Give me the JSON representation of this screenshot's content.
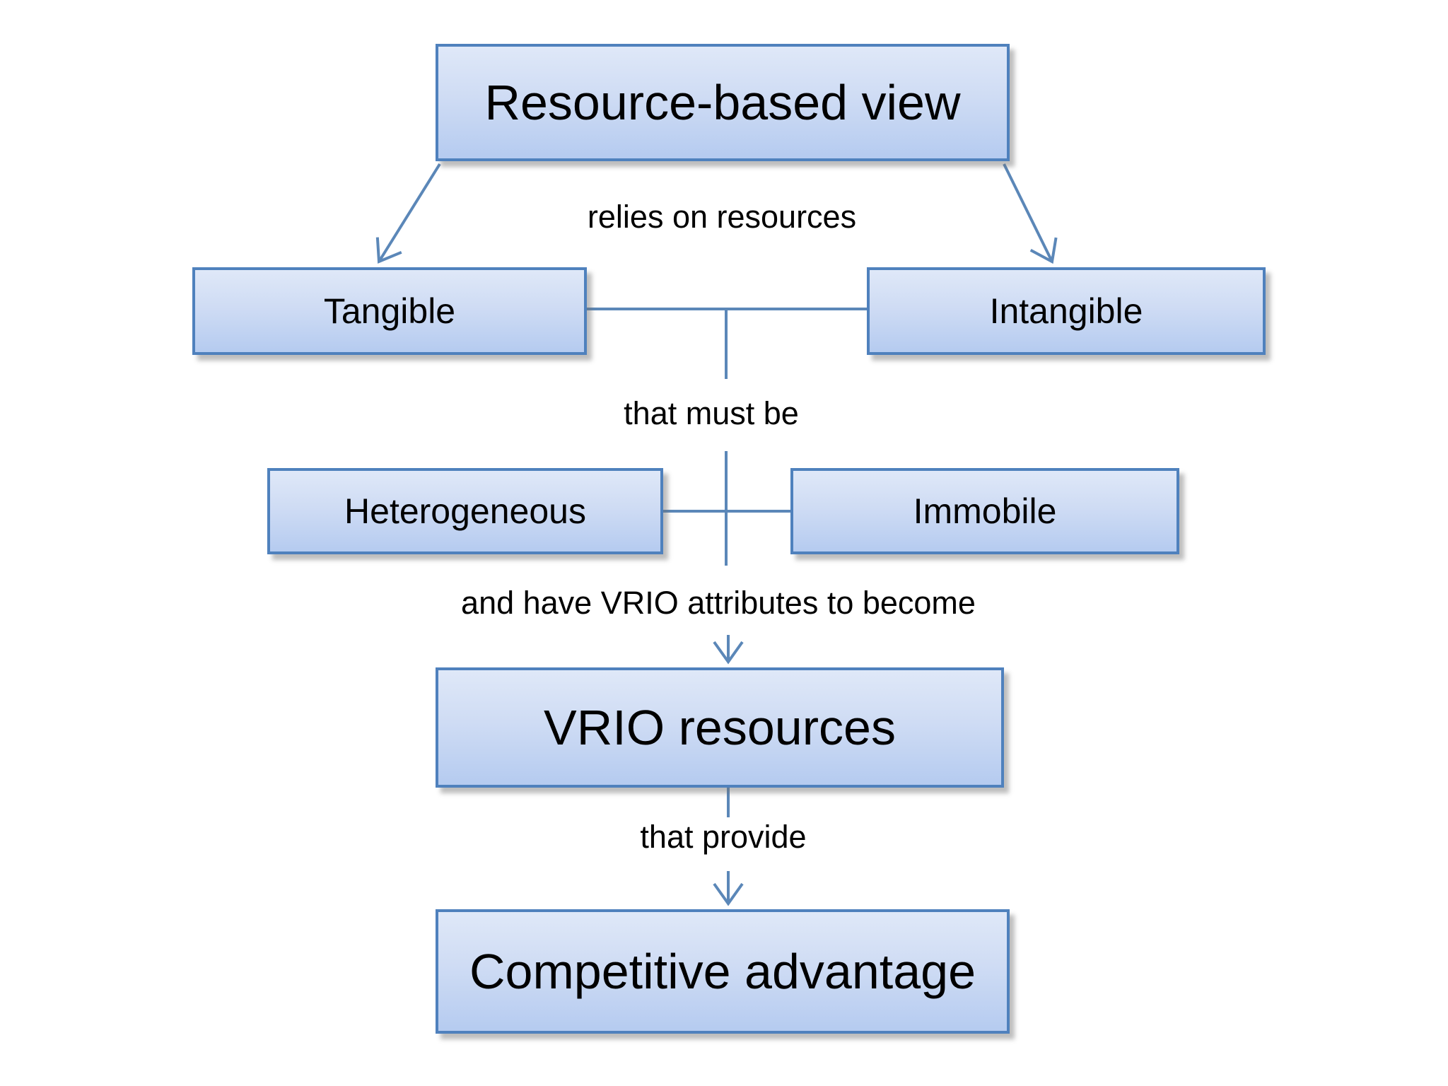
{
  "diagram": {
    "nodes": {
      "resource_based_view": "Resource-based view",
      "tangible": "Tangible",
      "intangible": "Intangible",
      "heterogeneous": "Heterogeneous",
      "immobile": "Immobile",
      "vrio_resources": "VRIO resources",
      "competitive_advantage": "Competitive advantage"
    },
    "edge_labels": {
      "relies": "relies on resources",
      "must_be": "that must be",
      "vrio_attributes": "and have VRIO attributes to become",
      "provide": "that provide"
    },
    "colors": {
      "node_border": "#4f81bd",
      "connector": "#5b87b8",
      "node_fill_top": "#dfe8f8",
      "node_fill_mid": "#cfdcf4",
      "node_fill_bottom": "#b5cbf0",
      "text": "#000000",
      "background": "#ffffff"
    }
  }
}
